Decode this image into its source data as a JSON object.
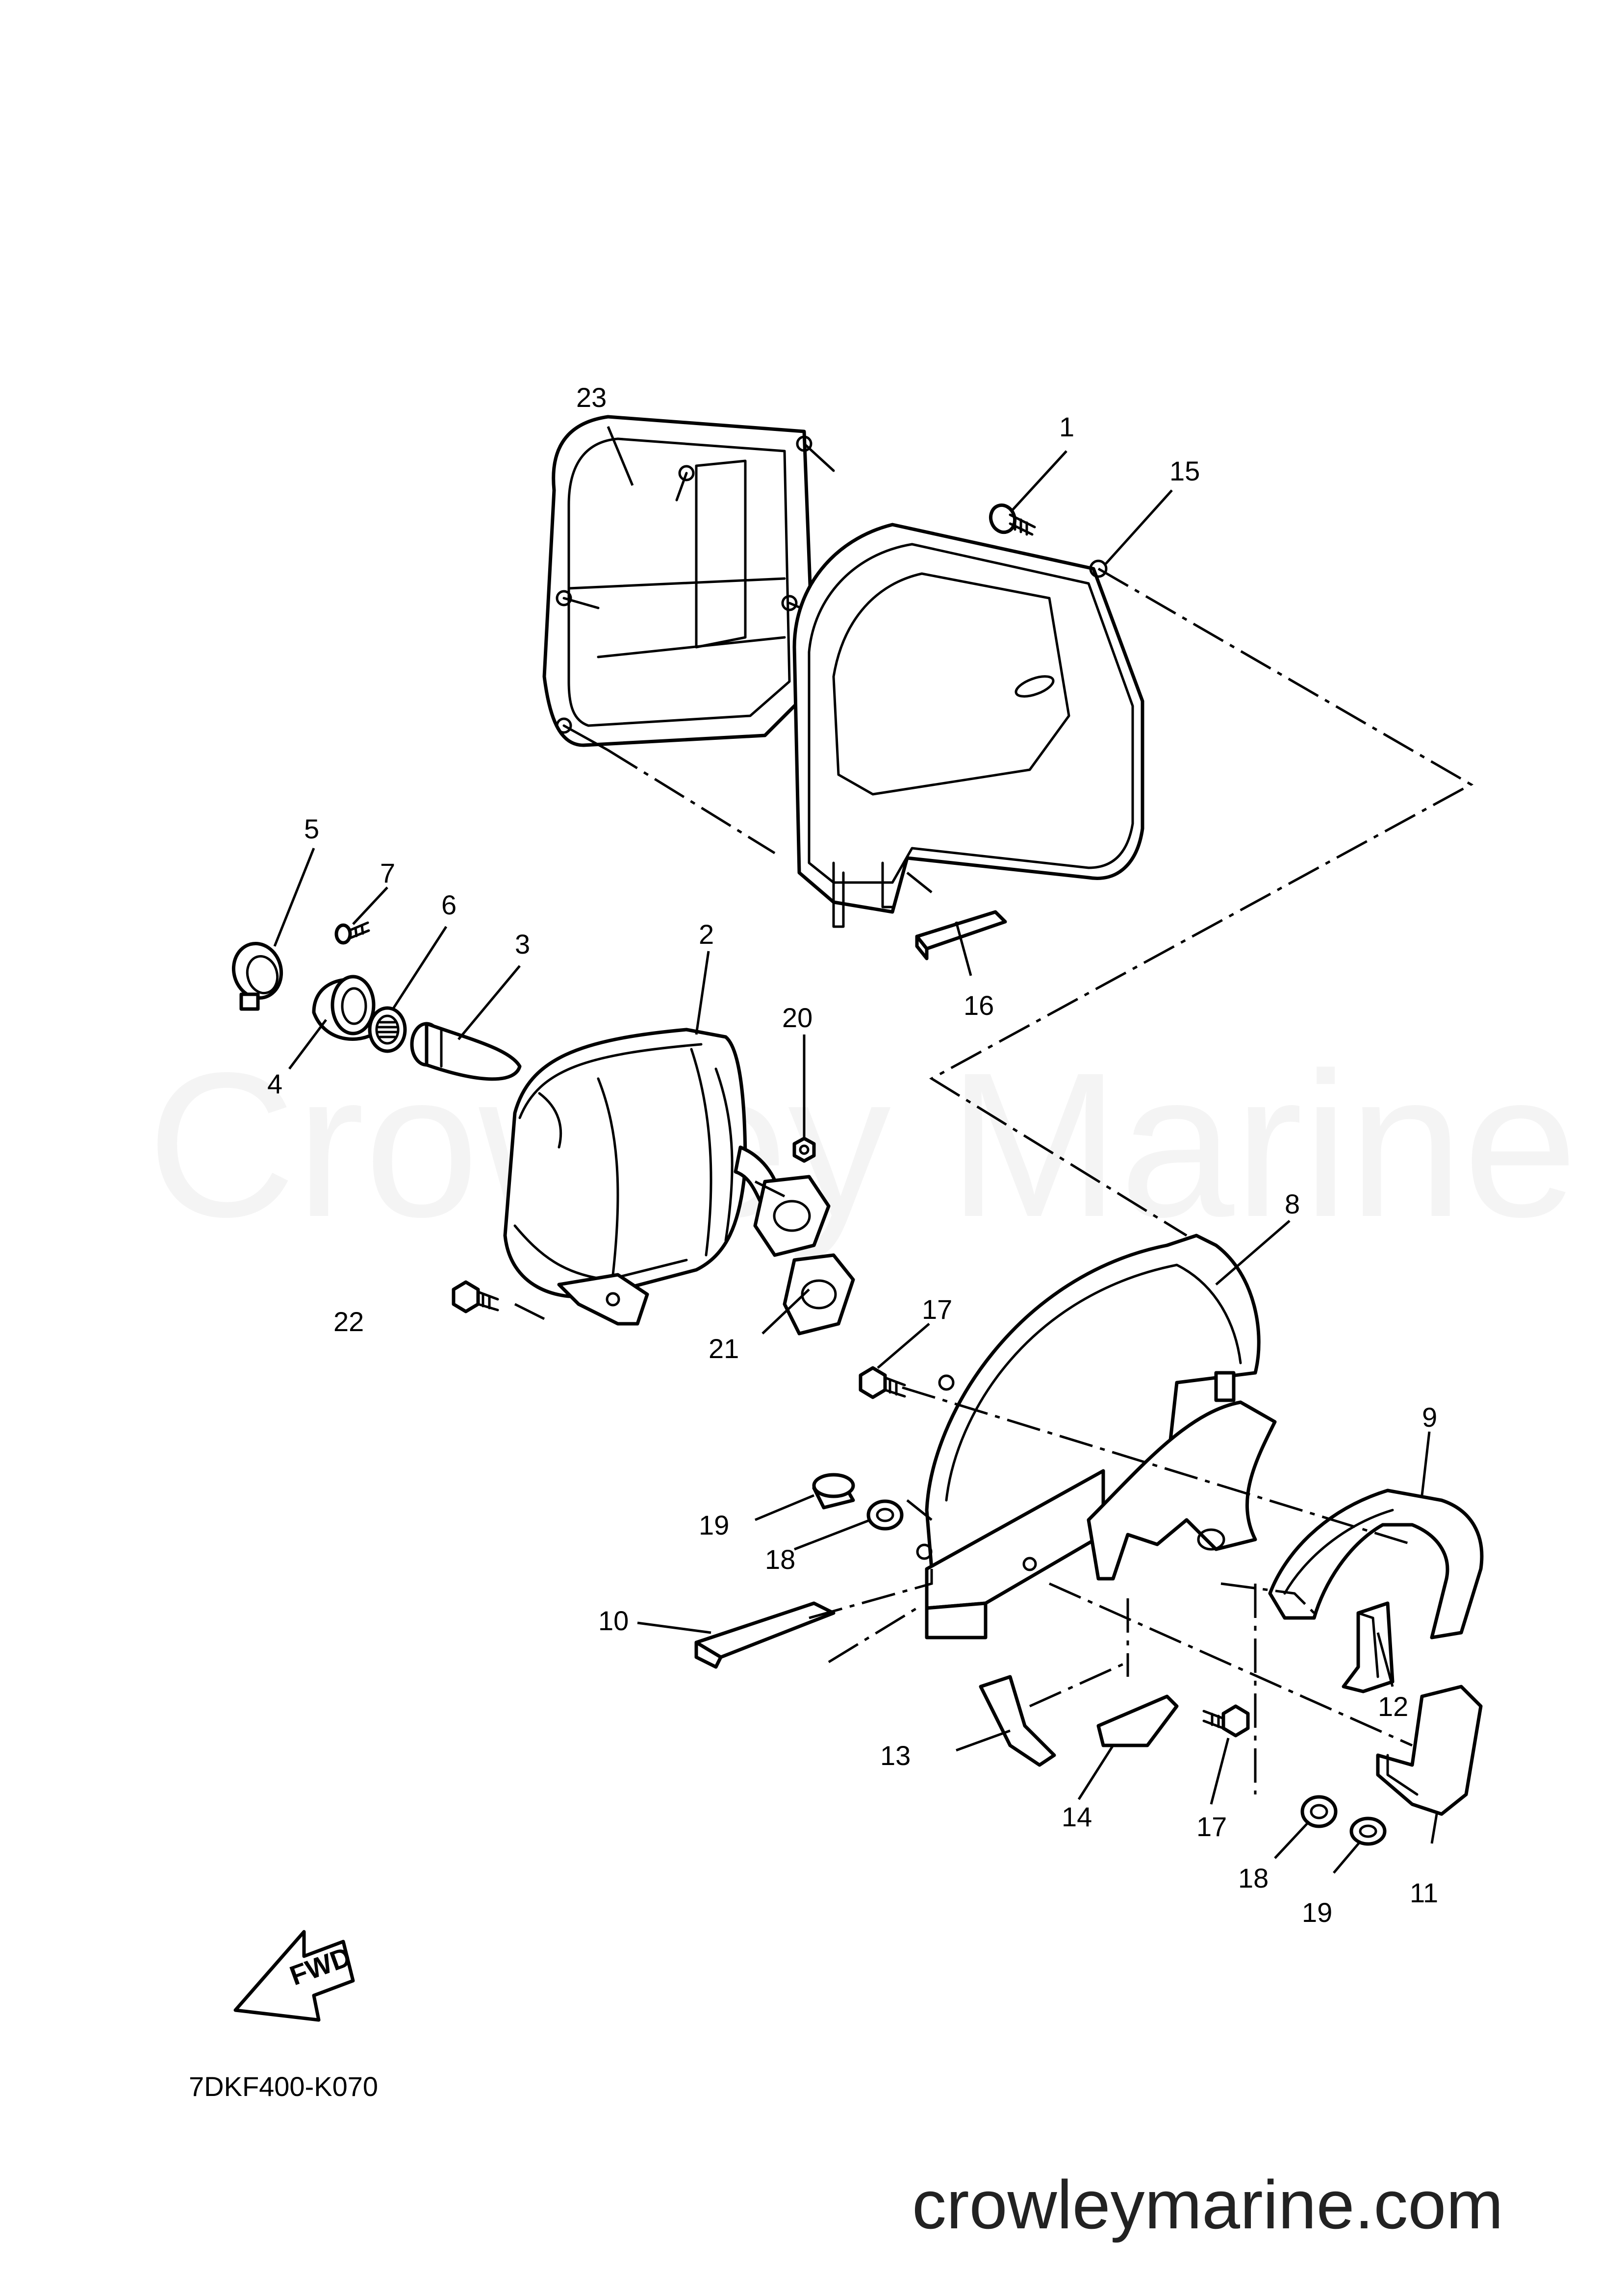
{
  "diagram": {
    "watermark": "Crowley Marine",
    "drawing_code": "7DKF400-K070",
    "site_url": "crowleymarine.com",
    "fwd_arrow_label": "FWD",
    "callouts": {
      "c1": "1",
      "c2": "2",
      "c3": "3",
      "c4": "4",
      "c5": "5",
      "c6": "6",
      "c7": "7",
      "c8": "8",
      "c9": "9",
      "c10": "10",
      "c11": "11",
      "c12": "12",
      "c13": "13",
      "c14": "14",
      "c15": "15",
      "c16": "16",
      "c17a": "17",
      "c17b": "17",
      "c18a": "18",
      "c18b": "18",
      "c19a": "19",
      "c19b": "19",
      "c20": "20",
      "c21": "21",
      "c22": "22",
      "c23": "23"
    }
  }
}
